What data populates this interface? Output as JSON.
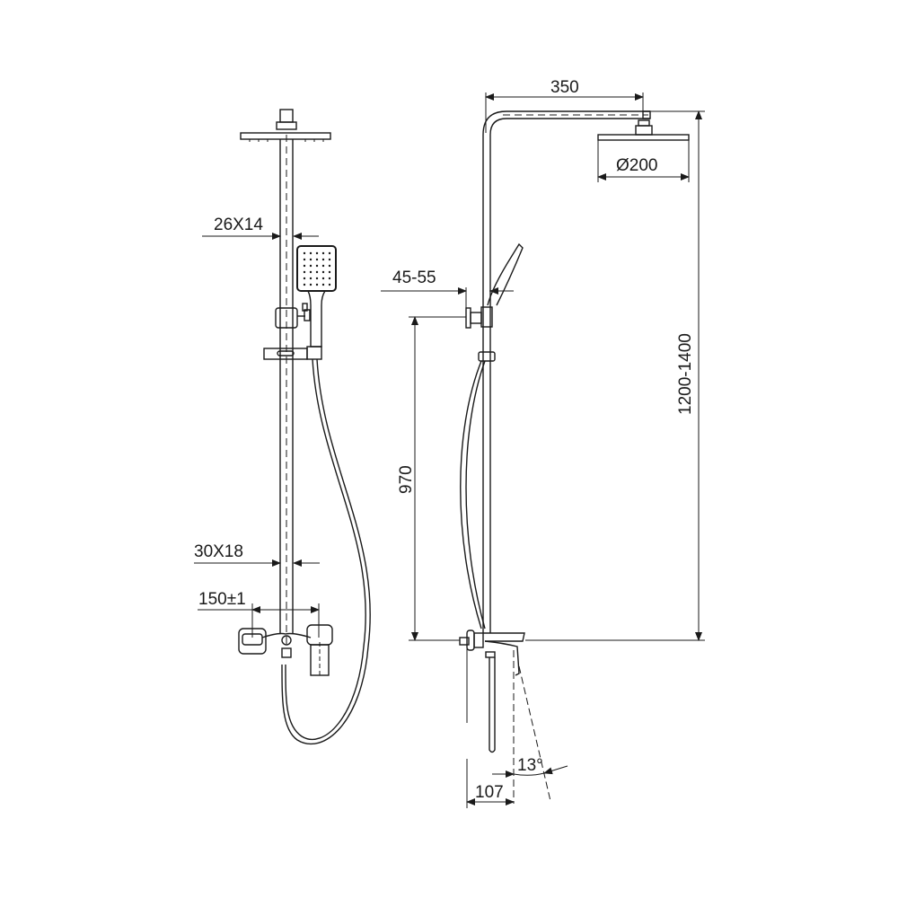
{
  "drawing": {
    "title": "Shower system technical drawing",
    "line_color": "#1a1a1a",
    "front_view": {
      "dimensions": {
        "upper_rail_section": "26X14",
        "lower_rail_section": "30X18",
        "mixer_centers": "150±1"
      }
    },
    "side_view": {
      "dimensions": {
        "arm_reach": "350",
        "head_diameter": "Ø200",
        "wall_offset": "45-55",
        "bracket_to_mixer_height": "970",
        "total_height": "1200-1400",
        "spout_projection": "107",
        "spout_angle": "13°"
      }
    }
  }
}
